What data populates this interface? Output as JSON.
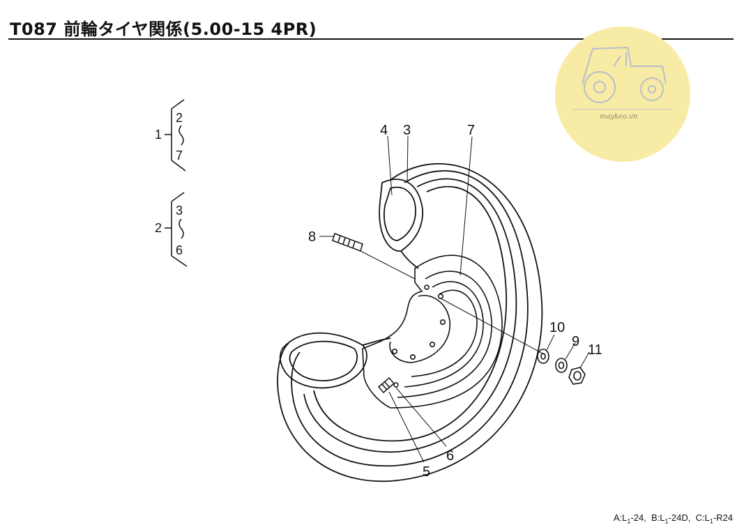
{
  "header": {
    "title": "T087 前輪タイヤ関係(5.00-15 4PR)"
  },
  "footer": {
    "parts": [
      {
        "prefix": "A:L",
        "sub": "1",
        "suffix": "-24,  "
      },
      {
        "prefix": "B:L",
        "sub": "1",
        "suffix": "-24D,  "
      },
      {
        "prefix": "C:L",
        "sub": "1",
        "suffix": "-R24"
      }
    ]
  },
  "watermark": {
    "text": "maykeo.vn",
    "color": "#f5e8a0"
  },
  "groups": [
    {
      "id": "1",
      "from": "2",
      "to": "7"
    },
    {
      "id": "2",
      "from": "3",
      "to": "6"
    }
  ],
  "callouts": [
    "1",
    "2",
    "3",
    "4",
    "5",
    "6",
    "7",
    "8",
    "9",
    "10",
    "11"
  ]
}
